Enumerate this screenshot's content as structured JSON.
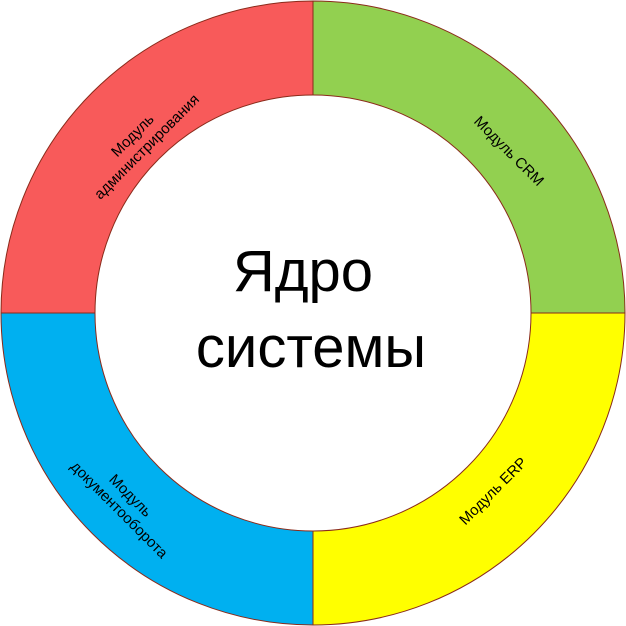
{
  "core": {
    "lines": [
      "Ядро",
      "системы"
    ]
  },
  "modules": [
    {
      "id": "admin",
      "lines": [
        "Модуль",
        "администрирования"
      ],
      "color": "#f85a5a"
    },
    {
      "id": "crm",
      "lines": [
        "Модуль CRM"
      ],
      "color": "#92d050"
    },
    {
      "id": "erp",
      "lines": [
        "Модуль ERP"
      ],
      "color": "#ffff00"
    },
    {
      "id": "docflow",
      "lines": [
        "Модуль",
        "документооборота"
      ],
      "color": "#00b0f0"
    }
  ]
}
